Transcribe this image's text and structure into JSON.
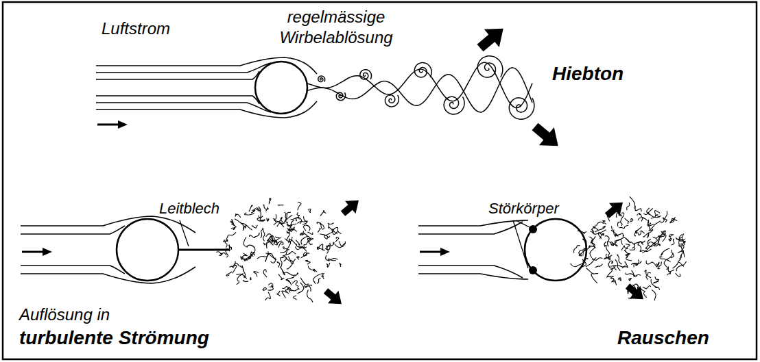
{
  "diagram": {
    "labels": [
      "Luftstrom",
      "regelmässige Wirbelablösung",
      "Hiebton",
      "Leitblech",
      "Störkörper",
      "Auflösung in",
      "turbulente Strömung",
      "Rauschen"
    ]
  }
}
